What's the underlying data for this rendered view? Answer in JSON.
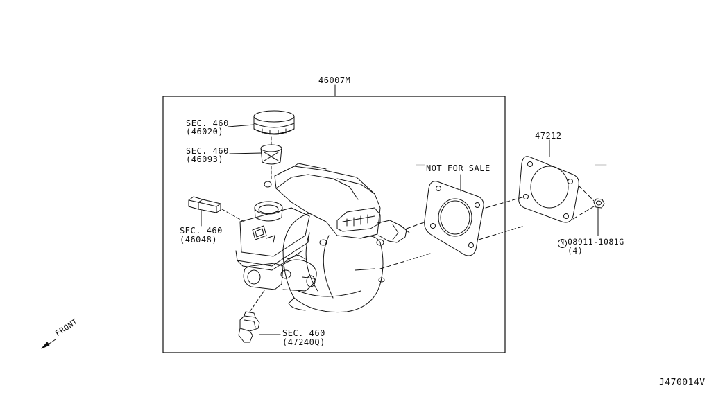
{
  "diagram": {
    "assembly_part": "46007M",
    "gasket_part": "47212",
    "not_for_sale": "NOT FOR SALE",
    "nut": {
      "prefix": "N",
      "part": "08911-1081G",
      "qty": "(4)"
    },
    "callouts": [
      {
        "sec": "SEC. 460",
        "ref": "(46020)"
      },
      {
        "sec": "SEC. 460",
        "ref": "(46093)"
      },
      {
        "sec": "SEC. 460",
        "ref": "(46048)"
      },
      {
        "sec": "SEC. 460",
        "ref": "(47240Q)"
      }
    ],
    "front_label": "FRONT",
    "diagram_id": "J470014V"
  }
}
